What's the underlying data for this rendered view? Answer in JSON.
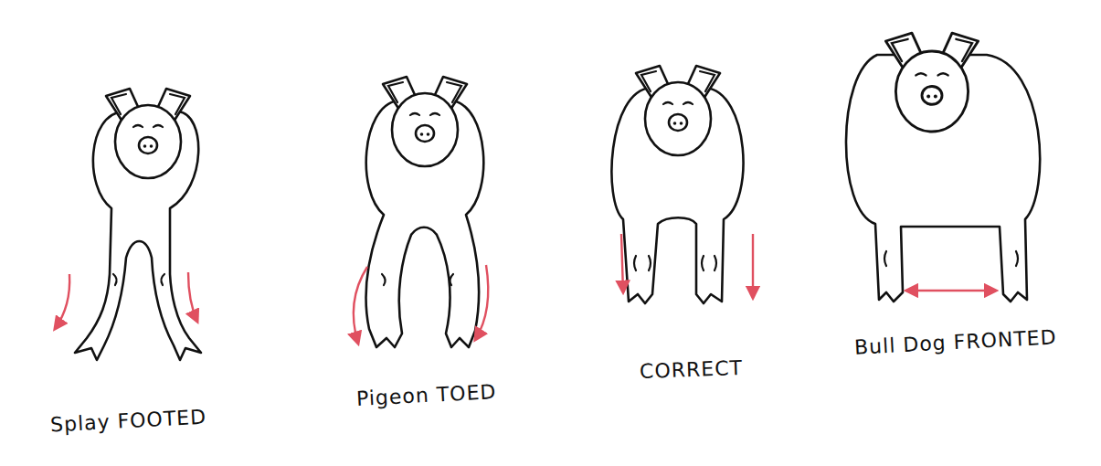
{
  "diagram": {
    "labels": [
      "Splay FOOTED",
      "Pigeon TOED",
      "CORRECT",
      "Bull Dog FRONTED"
    ]
  }
}
